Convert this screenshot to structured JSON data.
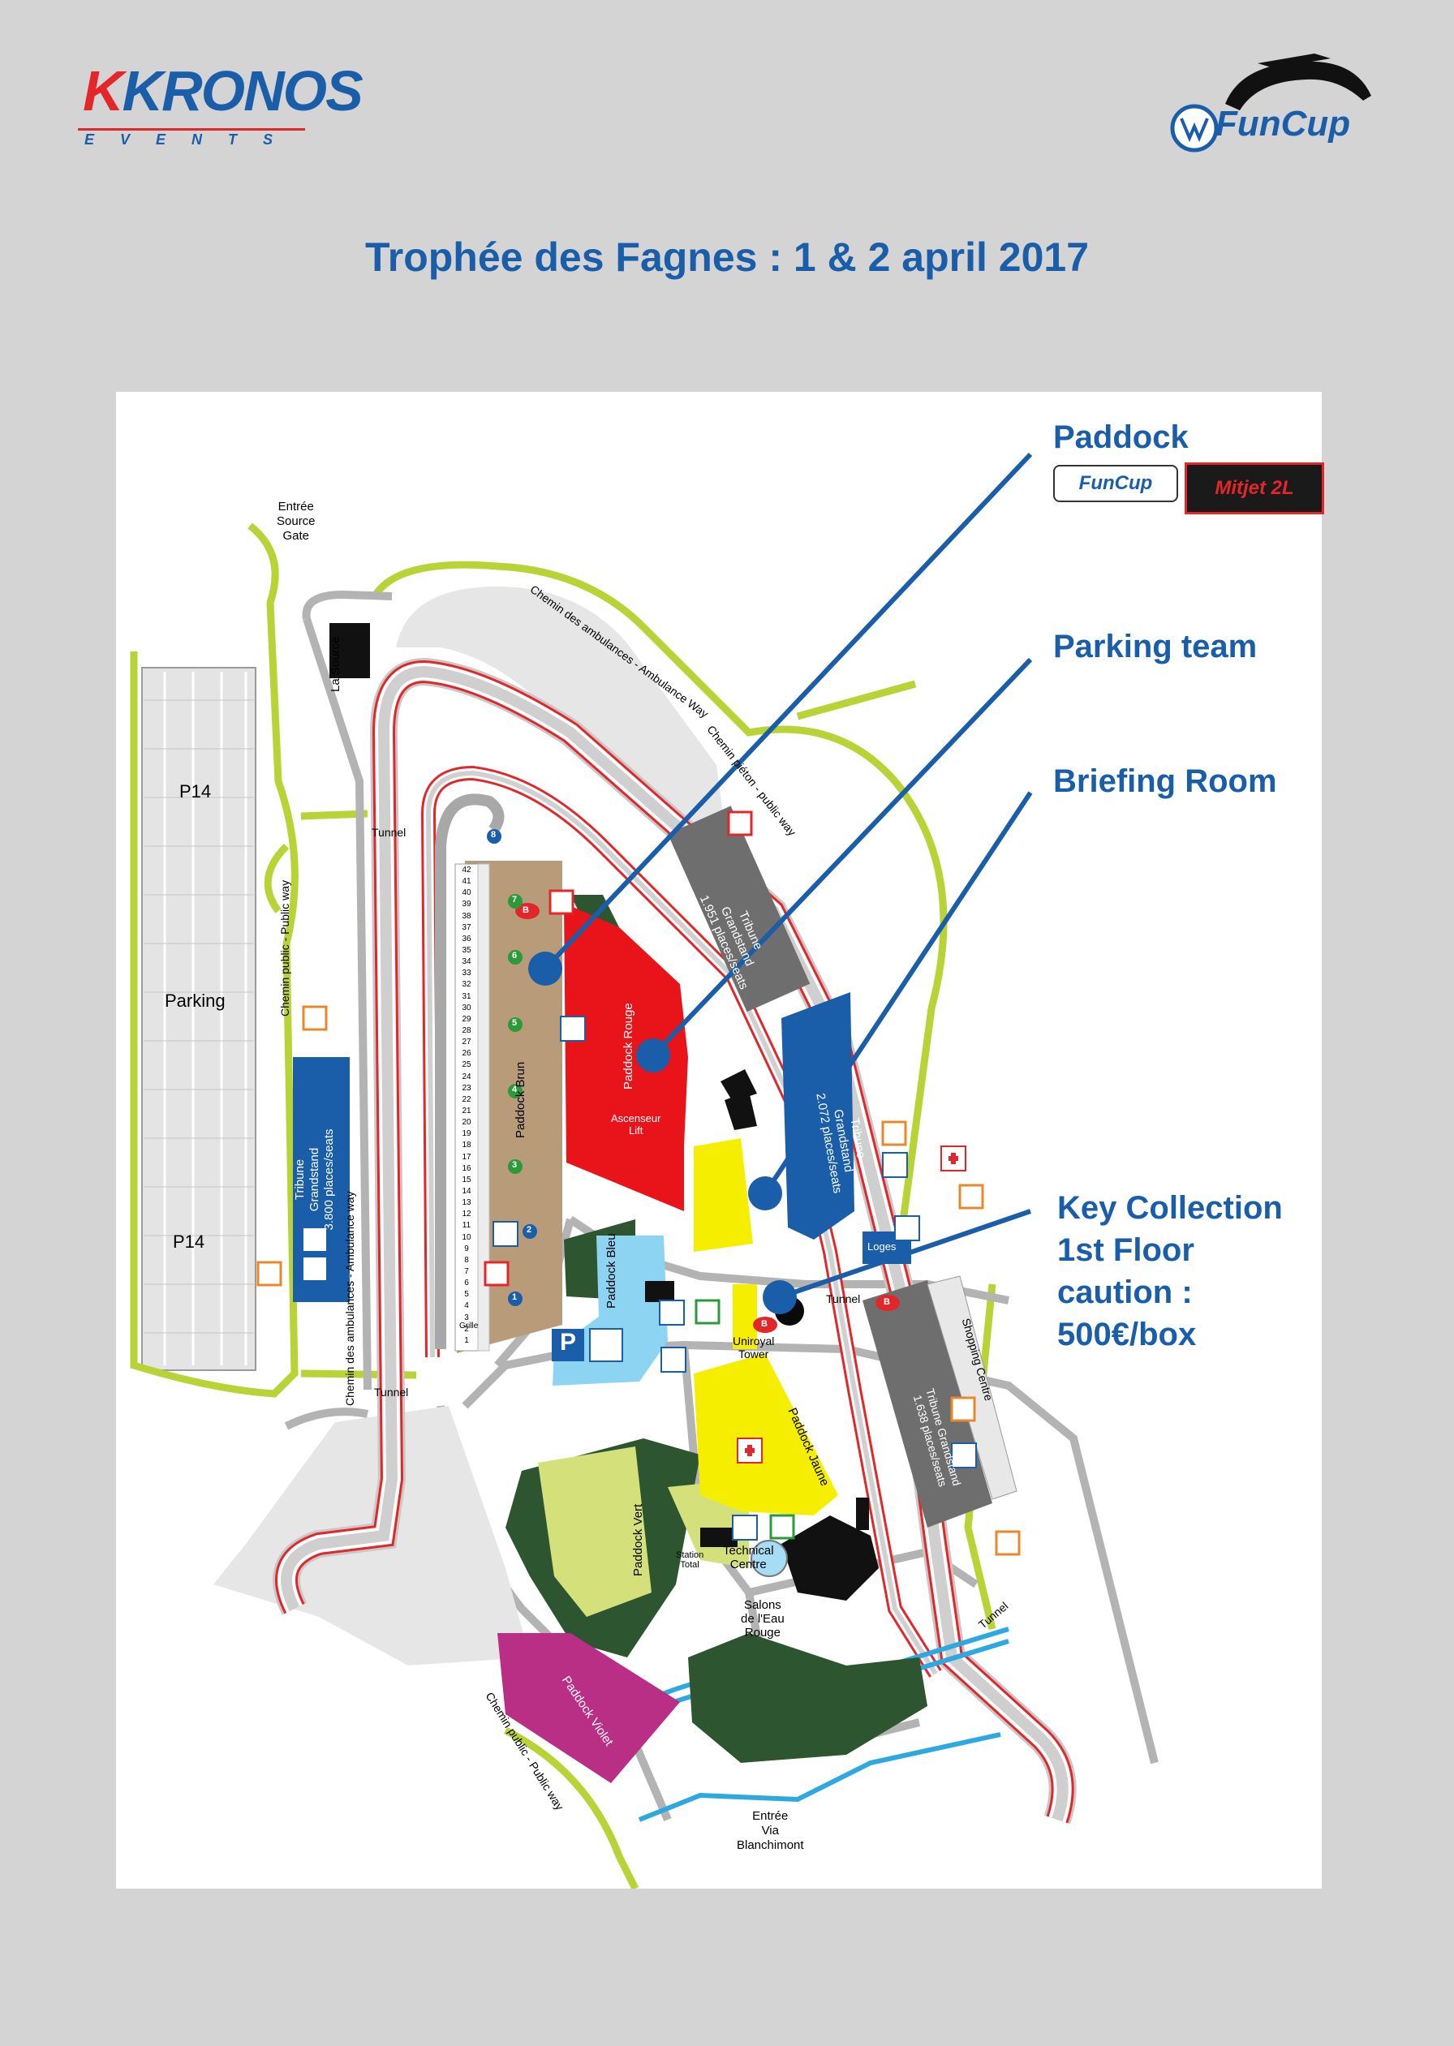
{
  "header": {
    "title": "Trophée des Fagnes : 1 & 2 april 2017",
    "kronos_logo": {
      "name": "KRONOS",
      "tagline": "EVENTS"
    },
    "funcup_logo": {
      "name": "FunCup"
    }
  },
  "callouts": {
    "paddock": "Paddock",
    "paddock_logos": {
      "funcup": "FunCup",
      "mitjet": "Mitjet 2L"
    },
    "parking_team": "Parking team",
    "briefing_room": "Briefing Room",
    "key_collection": [
      "Key Collection",
      "1st Floor",
      "caution :",
      "500€/box"
    ]
  },
  "map": {
    "entrance_source": [
      "Entrée",
      "Source",
      "Gate"
    ],
    "entrance_blanchimont": [
      "Entrée",
      "Via",
      "Blanchimont"
    ],
    "la_source": "La Source",
    "tunnel": "Tunnel",
    "parking_p14": "P14",
    "parking": "Parking",
    "chemin_public_left": "Chemin public - Public way",
    "chemin_public_bottom": "Chemin public - Public way",
    "chemin_ambulances_top": "Chemin des ambulances - Ambulance Way",
    "chemin_ambulances_left": "Chemin des ambulances - Ambulance way",
    "chemin_pieton": "Chemin piéton - public way",
    "tribune_3800": [
      "Tribune",
      "Grandstand",
      "3.800 places/seats"
    ],
    "tribune_1951": [
      "Tribune",
      "Grandstand",
      "1.951 places/seats"
    ],
    "tribune_2072": [
      "Tribune",
      "Grandstand",
      "2.072 places/seats"
    ],
    "tribune_1638": [
      "Tribune Grandstand",
      "1.638 places/seats"
    ],
    "shopping_centre": "Shopping Centre",
    "loges": "Loges",
    "paddock_brun": "Paddock Brun",
    "paddock_rouge": "Paddock Rouge",
    "paddock_bleu": "Paddock Bleu",
    "paddock_vert": "Paddock Vert",
    "paddock_jaune": "Paddock Jaune",
    "paddock_violet": "Paddock Violet",
    "ascenseur": [
      "Ascenseur",
      "Lift"
    ],
    "uniroyal": [
      "Uniroyal",
      "Tower"
    ],
    "technical_centre": [
      "Technical",
      "Centre"
    ],
    "station_total": [
      "Station",
      "Total"
    ],
    "salons": [
      "Salons",
      "de l'Eau",
      "Rouge"
    ],
    "grille": "Grille",
    "parking_symbol": "P",
    "b_marker": "B",
    "pit_numbers": [
      "42",
      "41",
      "40",
      "39",
      "38",
      "37",
      "36",
      "35",
      "34",
      "33",
      "32",
      "31",
      "30",
      "29",
      "28",
      "27",
      "26",
      "25",
      "24",
      "23",
      "22",
      "21",
      "20",
      "19",
      "18",
      "17",
      "16",
      "15",
      "14",
      "13",
      "12",
      "11",
      "10",
      "9",
      "8",
      "7",
      "6",
      "5",
      "4",
      "3",
      "2",
      "1"
    ],
    "zone_numbers": [
      "8",
      "7",
      "6",
      "5",
      "4",
      "3",
      "2",
      "1"
    ]
  }
}
